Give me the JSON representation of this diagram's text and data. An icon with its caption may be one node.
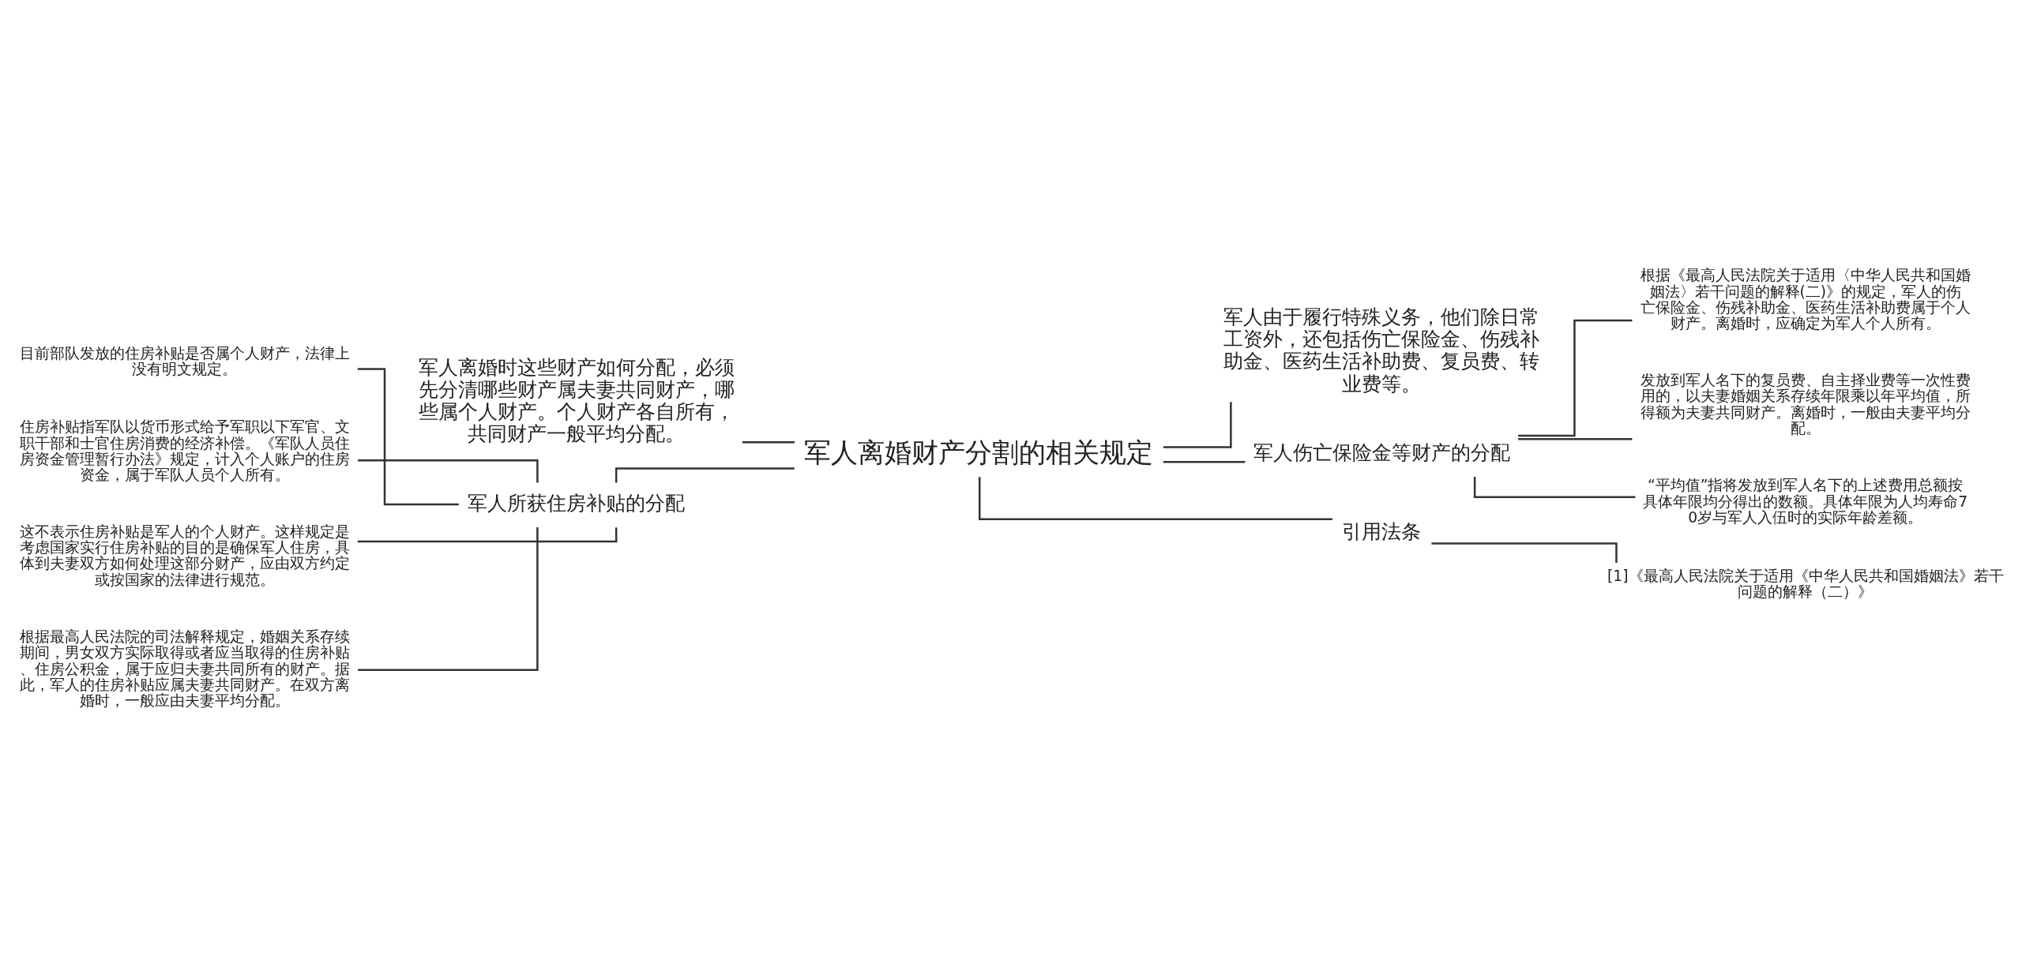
{
  "diagram": {
    "nodes": [
      {
        "text": [
          "军人离婚财产分割的相关规定"
        ]
      },
      {
        "text": [
          "军人离婚时这些财产如何分配，必须先分清哪些财产属夫妻共同财产，哪些属个人财产。个人财产各自所有，共同财产一般平均分配。"
        ]
      },
      {
        "text": [
          "军人所获住房补贴的分配"
        ]
      },
      {
        "text": [
          "目前部队发放的住房补贴是否属个人财产，法律上没有明文规定。"
        ]
      },
      {
        "text": [
          "住房补贴指军队以货币形式给予军职以下军官、文职干部和士官住房消费的经济补偿。《军队人员住房资金管理暂行办法》规定，计入个人账户的住房资金，属于军队人员个人所有。"
        ]
      },
      {
        "text": [
          "这不表示住房补贴是军人的个人财产。这样规定是考虑国家实行住房补贴的目的是确保军人住房，具体到夫妻双方如何处理这部分财产，应由双方约定或按国家的法律进行规范。"
        ]
      },
      {
        "text": [
          "根据最高人民法院的司法解释规定，婚姻关系存续期间，男女双方实际取得或者应当取得的住房补贴、住房公积金，属于应归夫妻共同所有的财产。据此，军人的住房补贴应属夫妻共同财产。在双方离婚时，一般应由夫妻平均分配。"
        ]
      },
      {
        "text": [
          "军人由于履行特殊义务，他们除日常工资外，还包括伤亡保险金、伤残补助金、医药生活补助费、复员费、转业费等。"
        ]
      },
      {
        "text": [
          "军人伤亡保险金等财产的分配"
        ]
      },
      {
        "text": [
          "根据《最高人民法院关于适用〈中华人民共和国婚姻法〉若干问题的解释(二)》的规定，军人的伤亡保险金、伤残补助金、医药生活补助费属于个人财产。离婚时，应确定为军人个人所有。"
        ]
      },
      {
        "text": [
          "发放到军人名下的复员费、自主择业费等一次性费用的，以夫妻婚姻关系存续年限乘以年平均值，所得额为夫妻共同财产。离婚时，一般由夫妻平均分配。"
        ]
      },
      {
        "text": [
          "“平均值”指将发放到军人名下的上述费用总额按具体年限均分得出的数额。具体年限为人均寿命70岁与军人入伍时的实际年龄差额。"
        ]
      },
      {
        "text": [
          "引用法条"
        ]
      },
      {
        "text": [
          "[1]《最高人民法院关于适用《中华人民共和国婚姻法》若干问题的解释（二）》"
        ]
      }
    ],
    "edges": [
      {
        "from": 0,
        "to": 1,
        "arrow": "none"
      },
      {
        "from": 0,
        "to": 2,
        "arrow": "none"
      },
      {
        "from": 2,
        "to": 3,
        "arrow": "none"
      },
      {
        "from": 2,
        "to": 4,
        "arrow": "none"
      },
      {
        "from": 2,
        "to": 5,
        "arrow": "none"
      },
      {
        "from": 2,
        "to": 6,
        "arrow": "none"
      },
      {
        "from": 0,
        "to": 7,
        "arrow": "none"
      },
      {
        "from": 0,
        "to": 8,
        "arrow": "none"
      },
      {
        "from": 8,
        "to": 9,
        "arrow": "none"
      },
      {
        "from": 8,
        "to": 10,
        "arrow": "none"
      },
      {
        "from": 8,
        "to": 11,
        "arrow": "none"
      },
      {
        "from": 0,
        "to": 12,
        "arrow": "none"
      },
      {
        "from": 12,
        "to": 13,
        "arrow": "none"
      }
    ]
  }
}
